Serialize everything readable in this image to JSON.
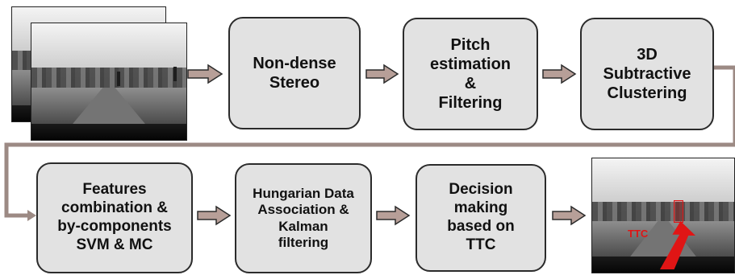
{
  "colors": {
    "box_fill": "#e2e2e2",
    "box_border": "#2b2b2b",
    "arrow_fill": "#b79f98",
    "connector": "#9c8a84",
    "highlight_red": "#e01515"
  },
  "boxes": {
    "non_dense_stereo": "Non-dense\nStereo",
    "pitch_estimation": "Pitch\nestimation\n&\nFiltering",
    "subtractive_clustering": "3D\nSubtractive\nClustering",
    "features_combination": "Features\ncombination &\nby-components\nSVM & MC",
    "hungarian": "Hungarian Data\nAssociation &\nKalman\nfiltering",
    "decision_making": "Decision\nmaking\nbased on\nTTC"
  },
  "images": {
    "output_label": "TTC"
  }
}
